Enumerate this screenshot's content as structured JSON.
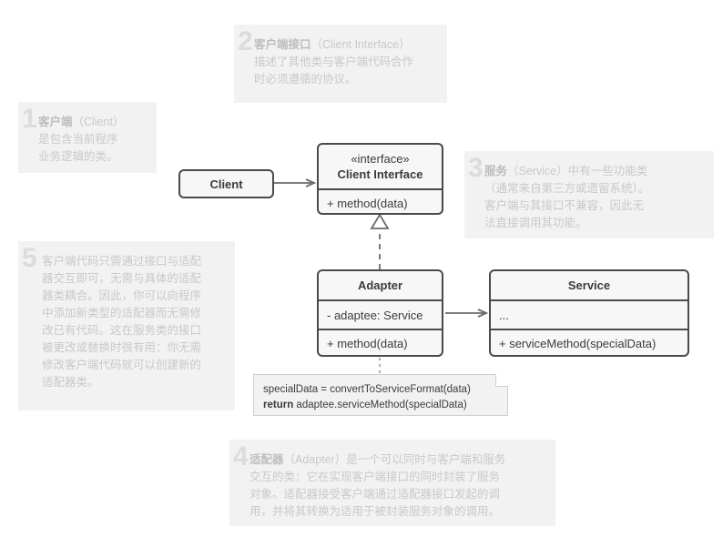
{
  "diagram": {
    "title": "Adapter Pattern UML Structure",
    "colors": {
      "box_border": "#4a4a4a",
      "box_fill": "#f7f7f7",
      "panel_bg": "#f2f2f2",
      "note_text": "#c9c9c9",
      "note_number": "#dcdcdc",
      "connector": "#6b6b6b"
    }
  },
  "notes": [
    {
      "number": "1",
      "title": "客户端",
      "title_en": "（Client）",
      "body": "是包含当前程序\n业务逻辑的类。"
    },
    {
      "number": "2",
      "title": "客户端接口",
      "title_en": "（Client Interface）",
      "body": "描述了其他类与客户端代码合作\n时必须遵循的协议。"
    },
    {
      "number": "3",
      "title": "服务",
      "title_en": "（Service）中有一些功能类",
      "body": "（通常来自第三方或遗留系统）。\n客户端与其接口不兼容，因此无\n法直接调用其功能。"
    },
    {
      "number": "4",
      "title": "适配器",
      "title_en": "（Adapter）是一个可以同时与客户端和服务",
      "body": "交互的类：它在实现客户端接口的同时封装了服务\n对象。适配器接受客户端通过适配器接口发起的调\n用，并将其转换为适用于被封装服务对象的调用。"
    },
    {
      "number": "5",
      "title": "",
      "title_en": "",
      "body": "客户端代码只需通过接口与适配\n器交互即可，无需与具体的适配\n器类耦合。因此，你可以向程序\n中添加新类型的适配器而无需修\n改已有代码。这在服务类的接口\n被更改或替换时很有用：你无需\n修改客户端代码就可以创建新的\n适配器类。"
    }
  ],
  "classes": {
    "client": {
      "name": "Client"
    },
    "client_interface": {
      "stereotype": "«interface»",
      "name": "Client Interface",
      "members": [
        "+ method(data)"
      ]
    },
    "adapter": {
      "name": "Adapter",
      "members": [
        "- adaptee: Service",
        "+ method(data)"
      ]
    },
    "service": {
      "name": "Service",
      "members": [
        "...",
        "+ serviceMethod(specialData)"
      ]
    }
  },
  "code_note": {
    "line1": "specialData = convertToServiceFormat(data)",
    "line2_keyword": "return",
    "line2_rest": " adaptee.serviceMethod(specialData)"
  }
}
